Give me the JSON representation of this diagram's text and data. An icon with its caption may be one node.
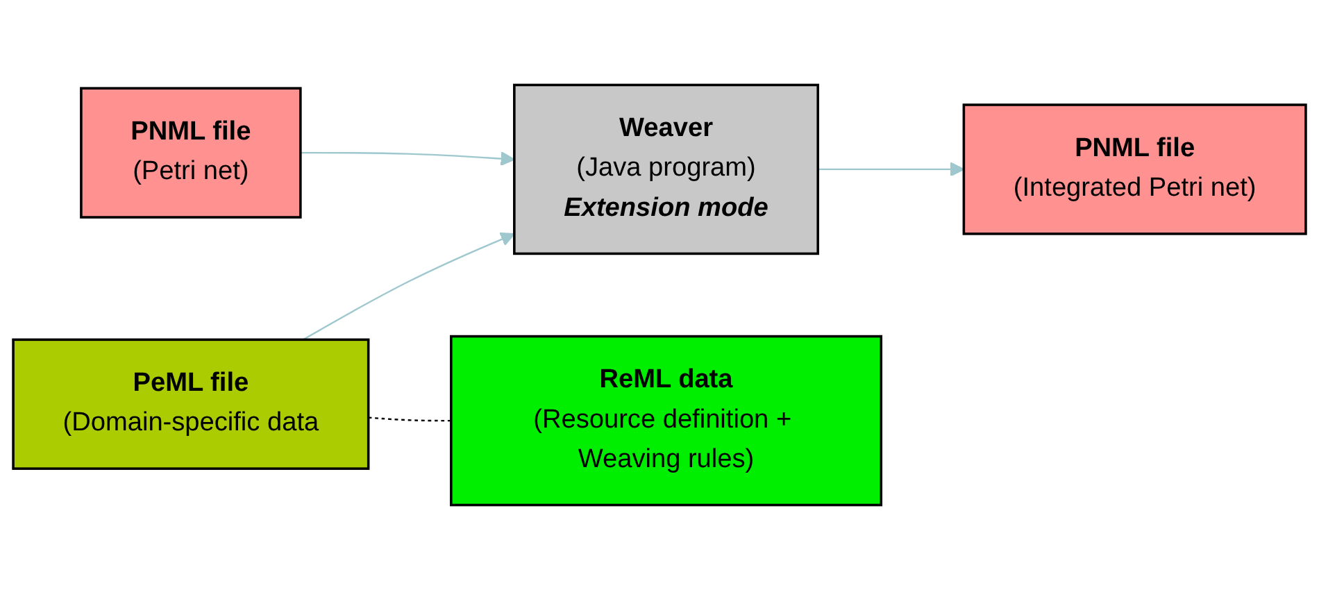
{
  "diagram": {
    "nodes": [
      {
        "text": [
          "PNML file",
          "(Petri net)"
        ]
      },
      {
        "text": [
          "Weaver",
          "(Java program)",
          "Extension mode"
        ]
      },
      {
        "text": [
          "PNML file",
          "(Integrated Petri net)"
        ]
      },
      {
        "text": [
          "PeML file",
          "(Domain-specific data"
        ]
      },
      {
        "text": [
          "ReML data",
          "(Resource definition + Weaving rules)"
        ]
      }
    ],
    "edges": [
      {
        "from": 0,
        "to": 1,
        "arrow": "to",
        "color": "#9fc8ce"
      },
      {
        "from": 1,
        "to": 2,
        "arrow": "to",
        "color": "#9fc8ce"
      },
      {
        "from": 3,
        "to": 1,
        "arrow": "to",
        "color": "#9fc8ce"
      },
      {
        "from": 3,
        "to": 4,
        "arrow": "none",
        "style": "dashed",
        "color": "#000000"
      }
    ]
  }
}
